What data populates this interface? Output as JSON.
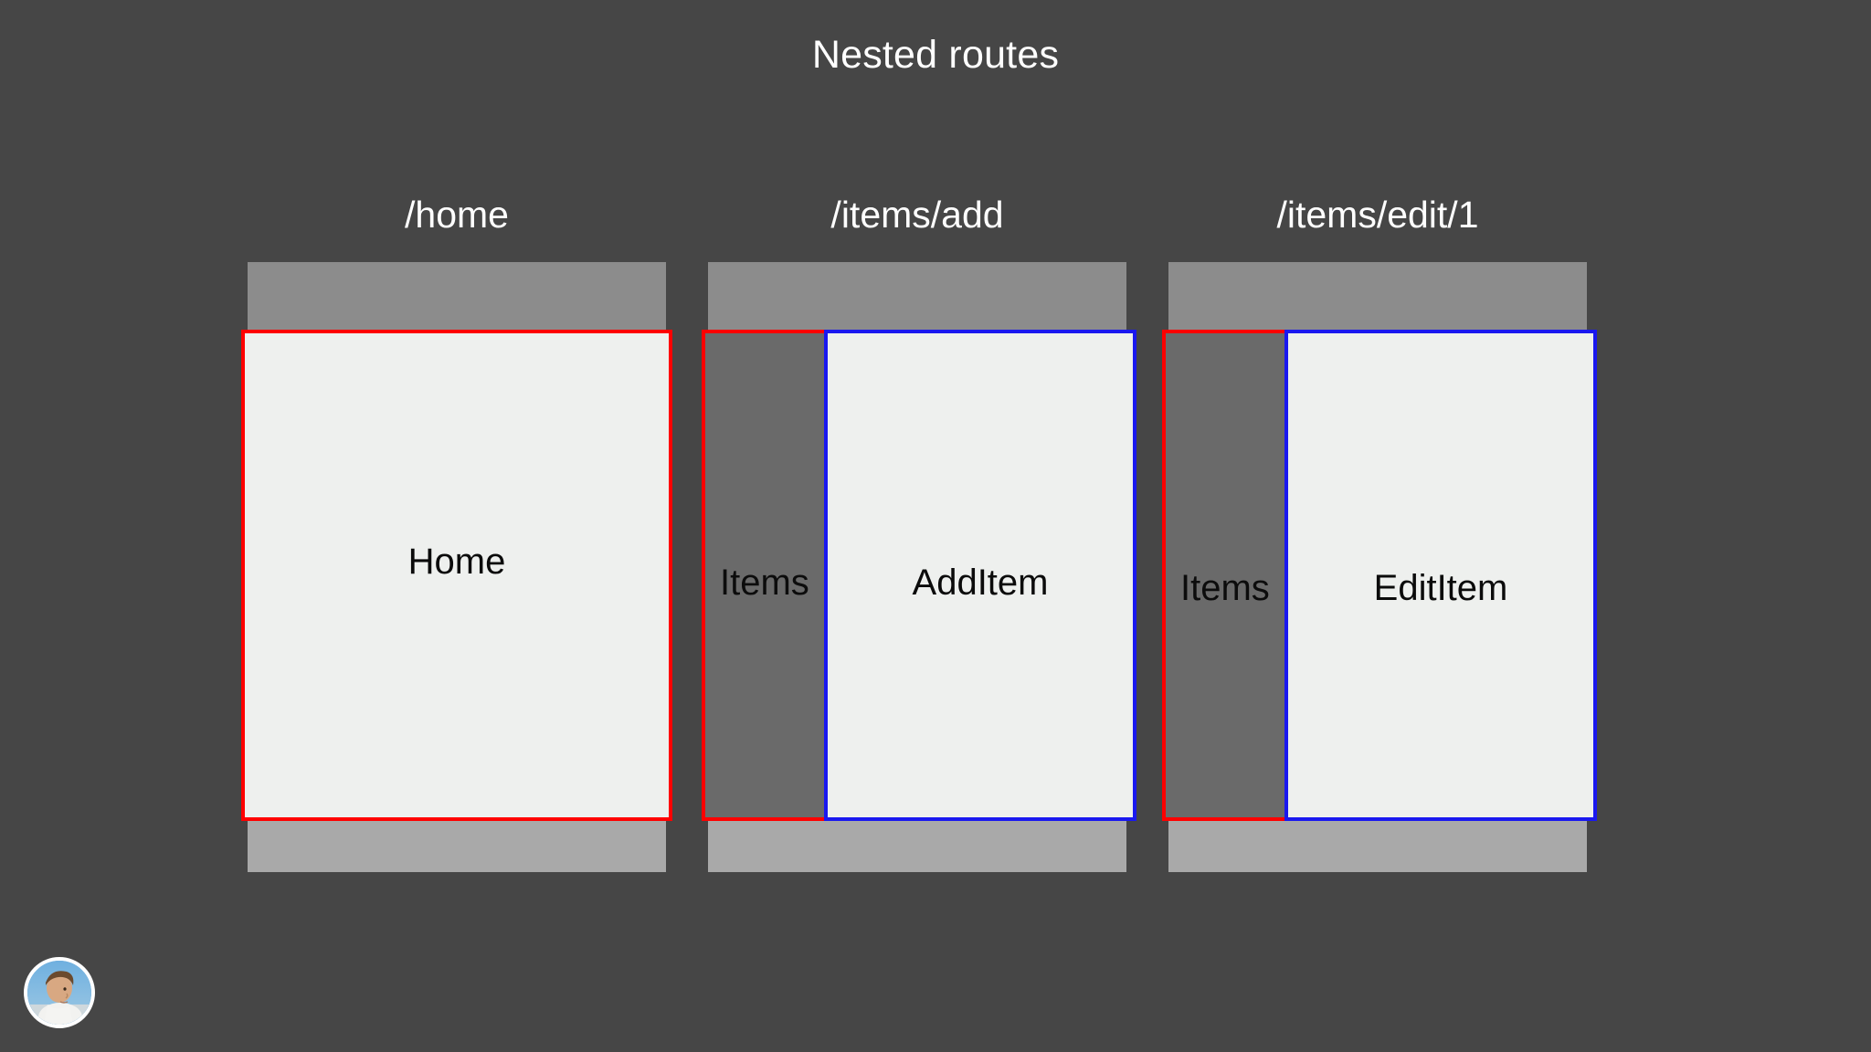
{
  "slide": {
    "title": "Nested routes",
    "background_color": "#464646",
    "title_color": "#ffffff"
  },
  "legend_colors": {
    "parent_route_outline": "#fe0000",
    "child_route_outline": "#1a18ef",
    "frame_header": "#8c8c8c",
    "frame_footer": "#a9a9a9",
    "content_light": "#eef0ee",
    "content_dark": "#6a6a6a"
  },
  "columns": [
    {
      "route": "/home",
      "split": false,
      "panes": [
        {
          "label": "Home",
          "outline": "#fe0000",
          "fill": "#eef0ee"
        }
      ]
    },
    {
      "route": "/items/add",
      "split": true,
      "panes": [
        {
          "label": "Items",
          "outline": "#fe0000",
          "fill": "#6a6a6a"
        },
        {
          "label": "AddItem",
          "outline": "#1a18ef",
          "fill": "#eef0ee"
        }
      ]
    },
    {
      "route": "/items/edit/1",
      "split": true,
      "panes": [
        {
          "label": "Items",
          "outline": "#fe0000",
          "fill": "#6a6a6a"
        },
        {
          "label": "EditItem",
          "outline": "#1a18ef",
          "fill": "#eef0ee"
        }
      ]
    }
  ],
  "avatar": {
    "icon": "presenter-avatar",
    "ring_color": "#ffffff"
  }
}
